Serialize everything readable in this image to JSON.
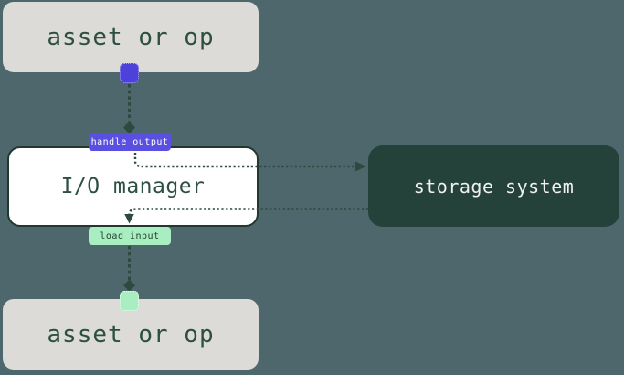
{
  "diagram": {
    "background_color": "#4d676d",
    "nodes": {
      "asset_top": {
        "label": "asset or op",
        "bg": "#dcdbd8",
        "text_color": "#2d4f43"
      },
      "io_manager": {
        "label": "I/O manager",
        "bg": "#ffffff",
        "border_color": "#22382f",
        "text_color": "#2d4f43"
      },
      "storage": {
        "label": "storage system",
        "bg": "#24423a",
        "text_color": "#f1f0ee"
      },
      "asset_bottom": {
        "label": "asset or op",
        "bg": "#dcdbd8",
        "text_color": "#2d4f43"
      }
    },
    "badges": {
      "handle_output": {
        "label": "handle output",
        "bg": "#5950e1",
        "text_color": "#ffffff"
      },
      "load_input": {
        "label": "load input",
        "bg": "#a9eec0",
        "text_color": "#21402f"
      }
    },
    "ports": {
      "output": {
        "color": "#4c41d9"
      },
      "input": {
        "color": "#a9eec0"
      }
    },
    "colors": {
      "line": "#2c4a3f"
    }
  }
}
